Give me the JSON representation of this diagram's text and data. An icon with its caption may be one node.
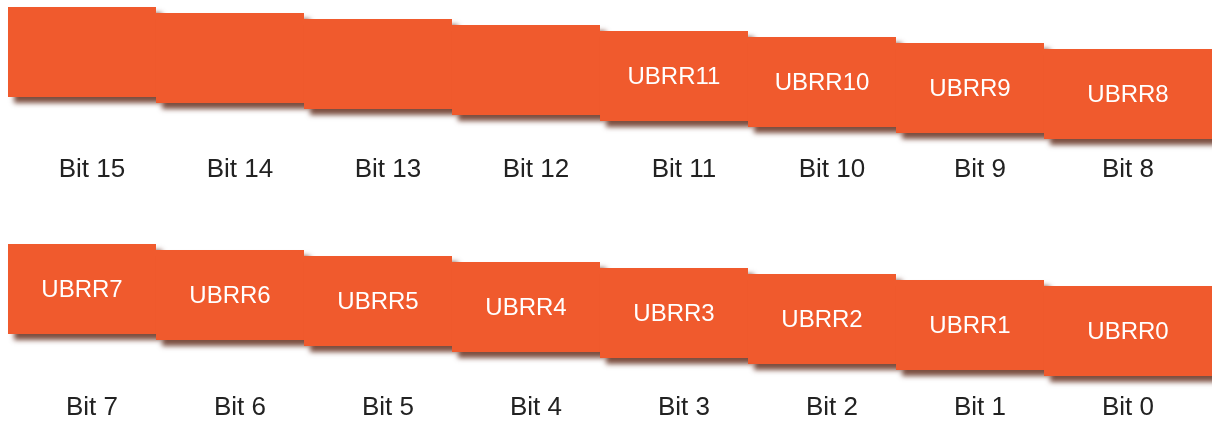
{
  "diagram": {
    "nodes": [
      {
        "text": [],
        "shape": "box",
        "beside": [
          "Bit 15"
        ]
      },
      {
        "text": [],
        "shape": "box",
        "beside": [
          "Bit 14"
        ]
      },
      {
        "text": [],
        "shape": "box",
        "beside": [
          "Bit 13"
        ]
      },
      {
        "text": [],
        "shape": "box",
        "beside": [
          "Bit 12"
        ]
      },
      {
        "text": [
          "UBRR11"
        ],
        "beside": [
          "Bit 11"
        ]
      },
      {
        "text": [
          "UBRR10"
        ],
        "beside": [
          "Bit 10"
        ]
      },
      {
        "text": [
          "UBRR9"
        ],
        "beside": [
          "Bit 9"
        ]
      },
      {
        "text": [
          "UBRR8"
        ],
        "beside": [
          "Bit 8"
        ]
      },
      {
        "text": [
          "UBRR7"
        ],
        "beside": [
          "Bit 7"
        ]
      },
      {
        "text": [
          "UBRR6"
        ],
        "beside": [
          "Bit 6"
        ]
      },
      {
        "text": [
          "UBRR5"
        ],
        "beside": [
          "Bit 5"
        ]
      },
      {
        "text": [
          "UBRR4"
        ],
        "beside": [
          "Bit 4"
        ]
      },
      {
        "text": [
          "UBRR3"
        ],
        "beside": [
          "Bit 3"
        ]
      },
      {
        "text": [
          "UBRR2"
        ],
        "beside": [
          "Bit 2"
        ]
      },
      {
        "text": [
          "UBRR1"
        ],
        "beside": [
          "Bit 1"
        ]
      },
      {
        "text": [
          "UBRR0"
        ],
        "beside": [
          "Bit 0"
        ]
      }
    ]
  }
}
